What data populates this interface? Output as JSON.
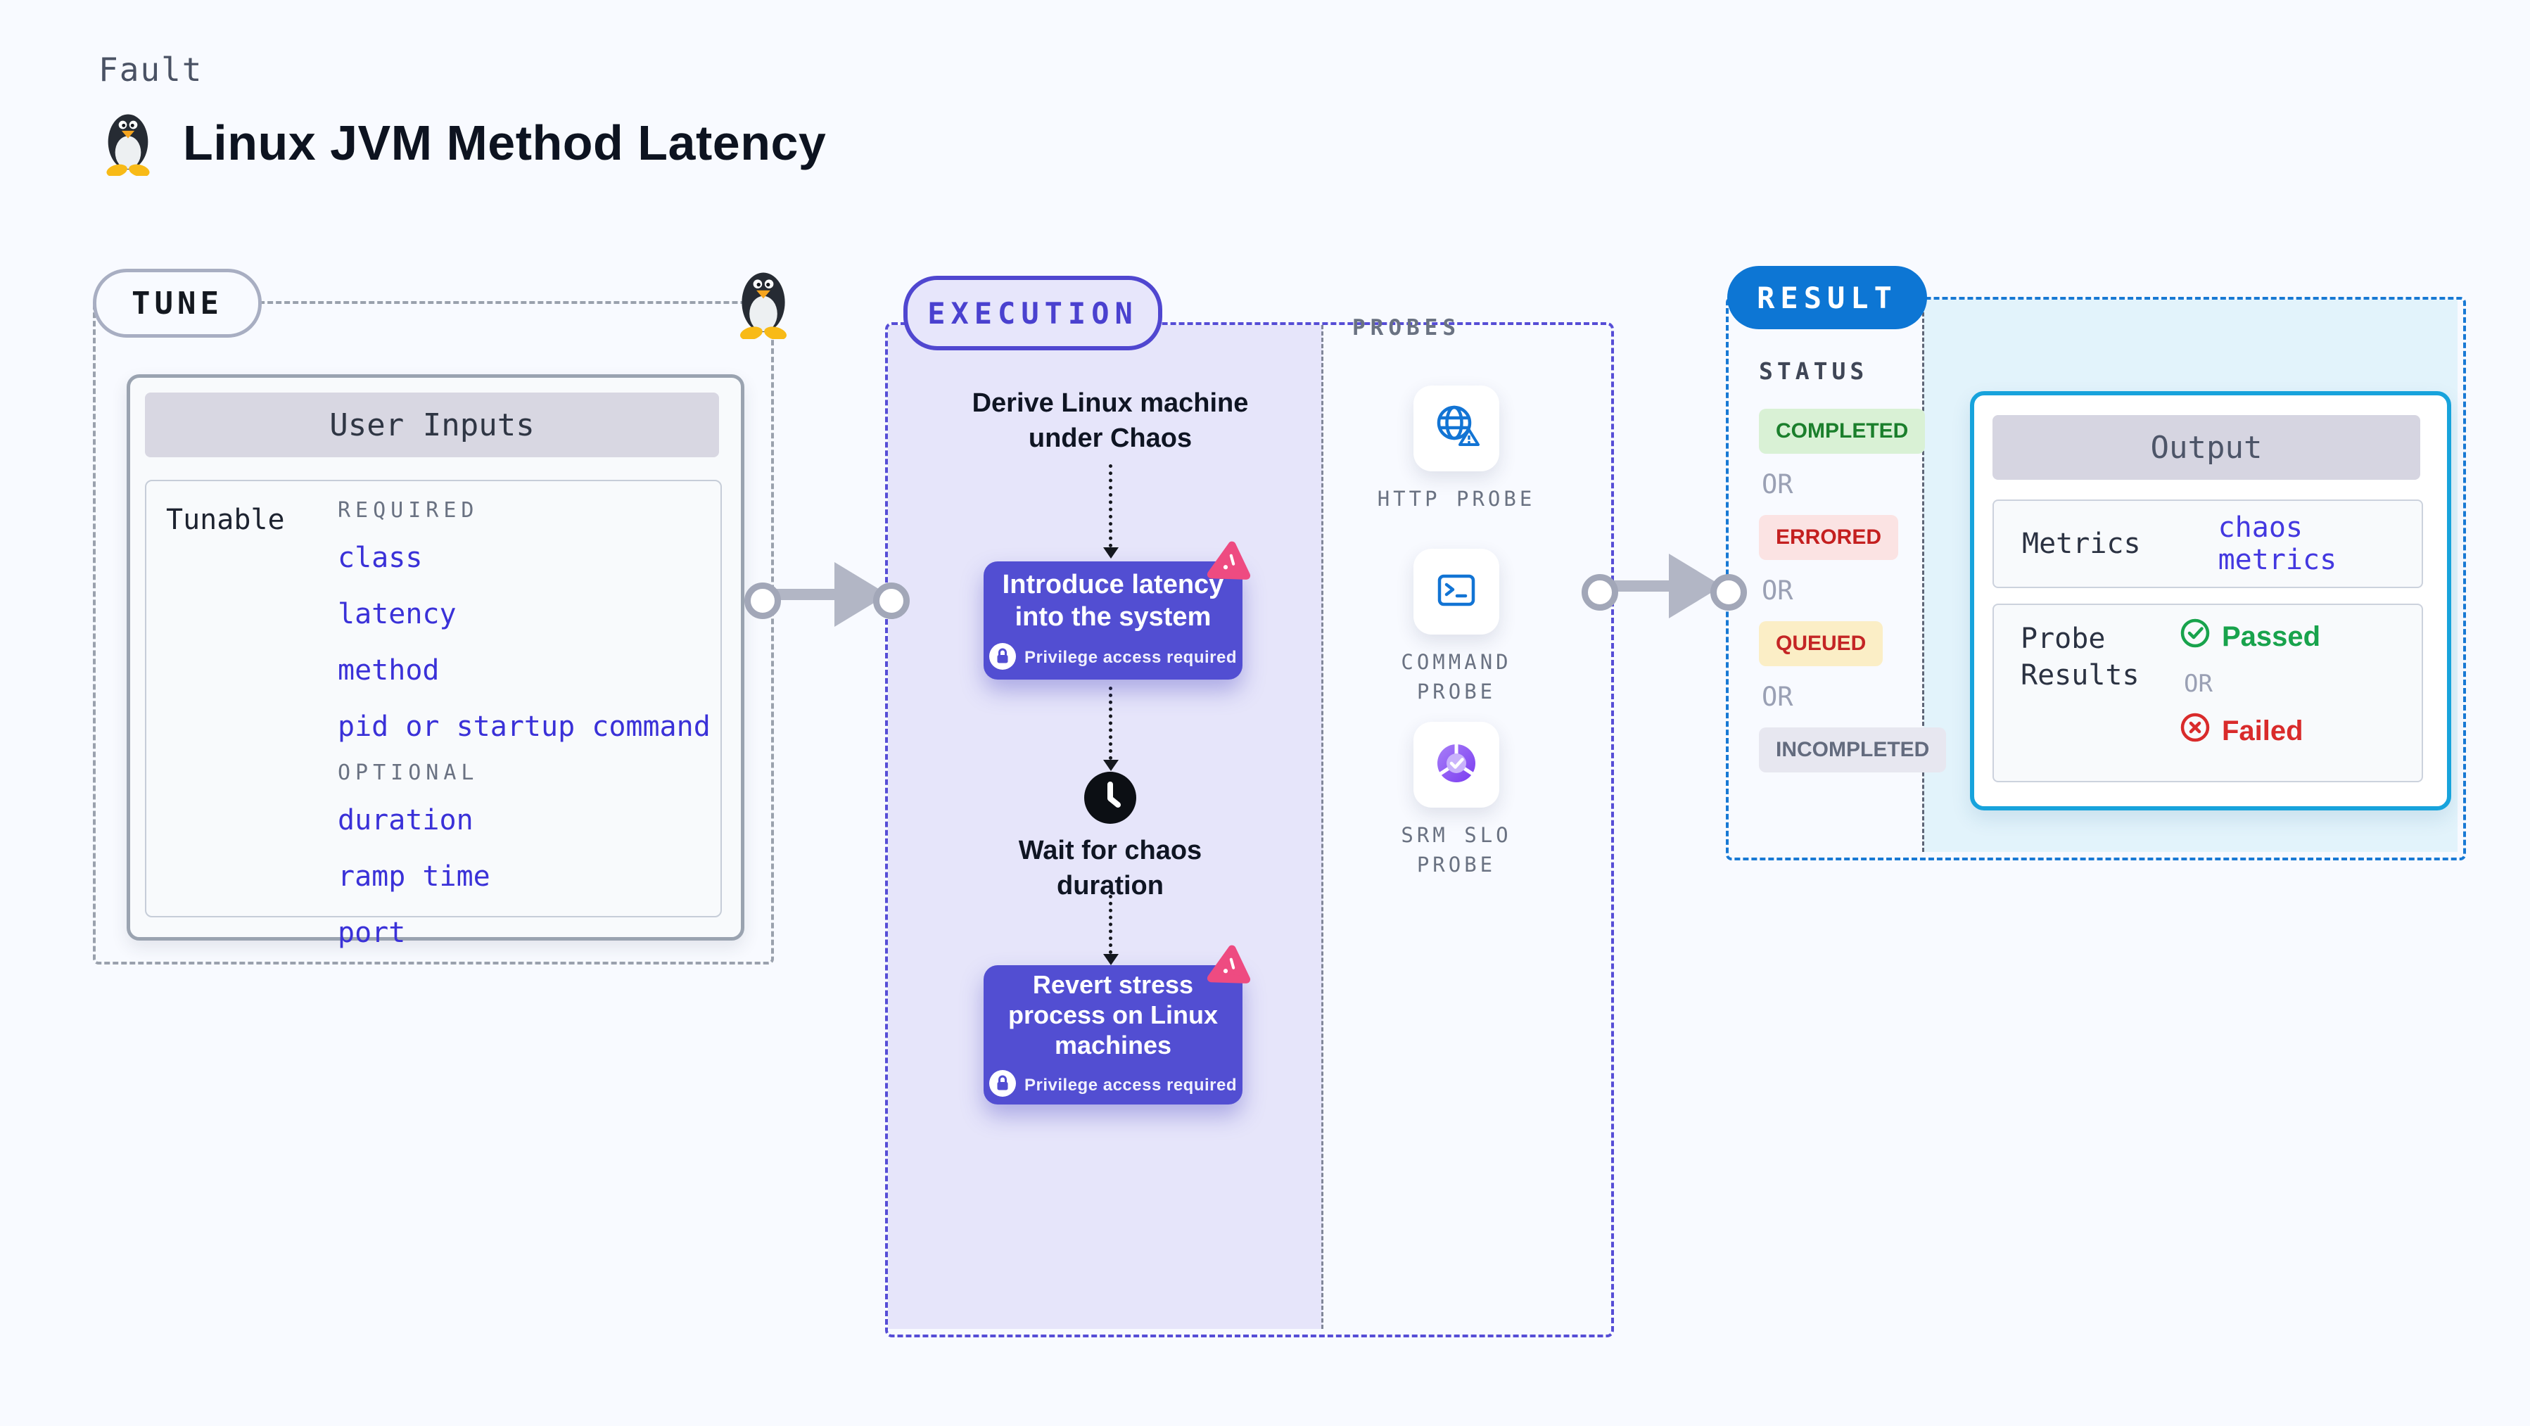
{
  "page": {
    "eyebrow": "Fault",
    "title": "Linux JVM Method Latency"
  },
  "tune": {
    "badge": "TUNE",
    "panel_title": "User Inputs",
    "row_label": "Tunable",
    "required_label": "REQUIRED",
    "required_items": [
      "class",
      "latency",
      "method",
      "pid or startup command"
    ],
    "optional_label": "OPTIONAL",
    "optional_items": [
      "duration",
      "ramp time",
      "port"
    ]
  },
  "execution": {
    "badge": "EXECUTION",
    "step_derive": "Derive Linux machine under Chaos",
    "action_introduce": "Introduce latency into the system",
    "wait_step": "Wait for chaos duration",
    "action_revert": "Revert stress process on Linux machines",
    "privilege_note": "Privilege access required"
  },
  "probes": {
    "label": "PROBES",
    "items": [
      {
        "name": "HTTP PROBE",
        "icon": "globe-alert-icon"
      },
      {
        "name": "COMMAND PROBE",
        "icon": "terminal-icon"
      },
      {
        "name": "SRM SLO PROBE",
        "icon": "slo-donut-icon"
      }
    ]
  },
  "result": {
    "badge": "RESULT",
    "status_label": "STATUS",
    "or_label": "OR",
    "statuses": [
      {
        "label": "COMPLETED",
        "color": "#1b7f2c",
        "bg": "#d9f1d5"
      },
      {
        "label": "ERRORED",
        "color": "#c41f1f",
        "bg": "#fbe3e3"
      },
      {
        "label": "QUEUED",
        "color": "#c42525",
        "bg": "#fbeec6"
      },
      {
        "label": "INCOMPLETED",
        "color": "#636b7e",
        "bg": "#e7e7f0"
      }
    ],
    "output": {
      "title": "Output",
      "metrics_label": "Metrics",
      "metrics_value": "chaos metrics",
      "probe_results_label": "Probe Results",
      "passed_label": "Passed",
      "failed_label": "Failed"
    }
  },
  "colors": {
    "background": "#f8faff",
    "action_purple": "#524ed2",
    "execution_border": "#564dd6",
    "execution_fill": "#e6e5fa",
    "result_badge_blue": "#0d76d4",
    "result_fill": "#e2f3fb",
    "output_border_cyan": "#17a3dc",
    "link_indigo": "#3a31d8",
    "chaos_logo_pink": "#ee4b81",
    "probe_icon_blue": "#1274d4"
  }
}
